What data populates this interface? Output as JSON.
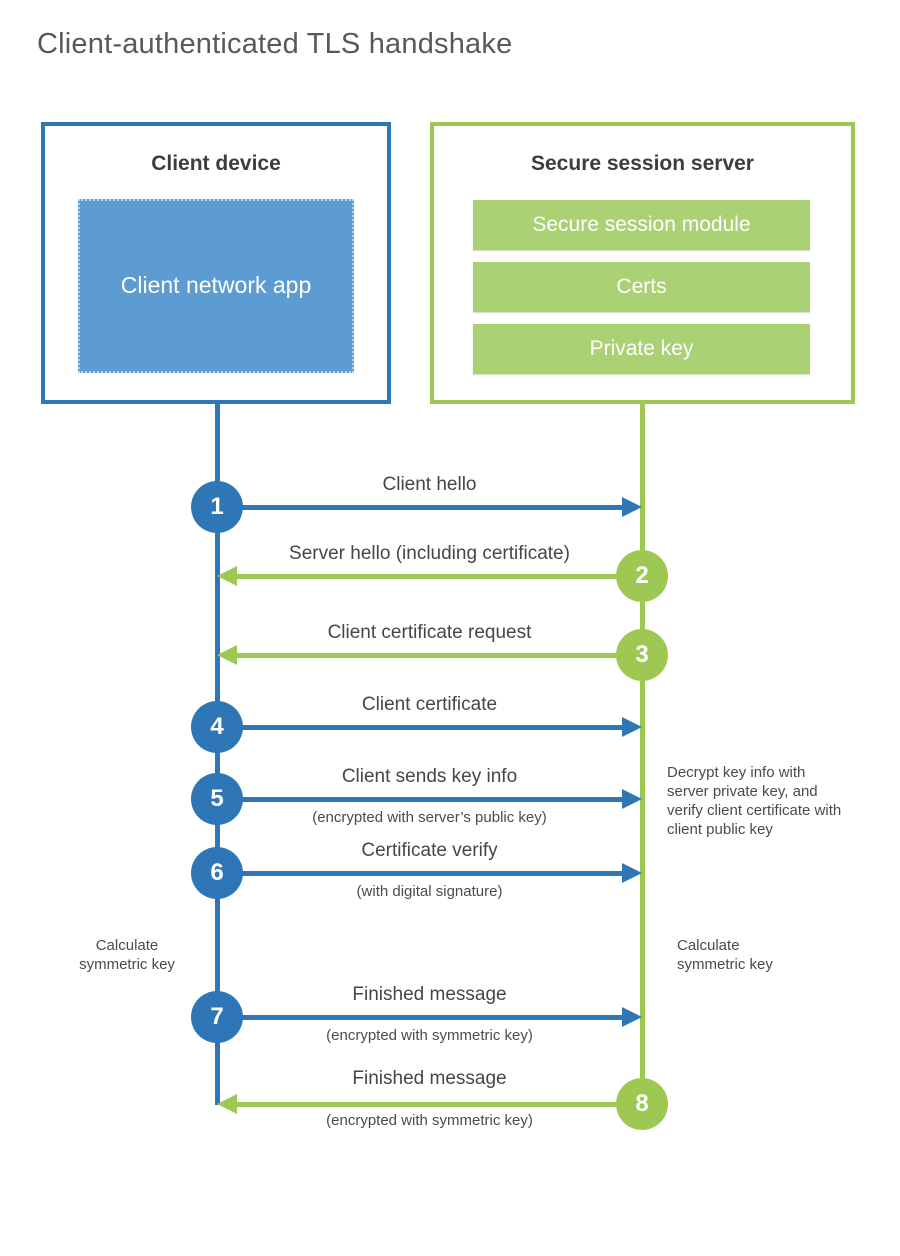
{
  "title": "Client-authenticated TLS handshake",
  "client": {
    "title": "Client device",
    "app": "Client network app"
  },
  "server": {
    "title": "Secure session server",
    "modules": [
      "Secure session module",
      "Certs",
      "Private key"
    ]
  },
  "steps": [
    {
      "num": "1",
      "label": "Client hello",
      "sub": "",
      "direction": "client-to-server"
    },
    {
      "num": "2",
      "label": "Server hello (including certificate)",
      "sub": "",
      "direction": "server-to-client"
    },
    {
      "num": "3",
      "label": "Client certificate request",
      "sub": "",
      "direction": "server-to-client"
    },
    {
      "num": "4",
      "label": "Client certificate",
      "sub": "",
      "direction": "client-to-server"
    },
    {
      "num": "5",
      "label": "Client sends key info",
      "sub": "(encrypted with server’s public key)",
      "direction": "client-to-server"
    },
    {
      "num": "6",
      "label": "Certificate verify",
      "sub": "(with digital signature)",
      "direction": "client-to-server"
    },
    {
      "num": "7",
      "label": "Finished message",
      "sub": "(encrypted with symmetric key)",
      "direction": "client-to-server"
    },
    {
      "num": "8",
      "label": "Finished message",
      "sub": "(encrypted with symmetric key)",
      "direction": "server-to-client"
    }
  ],
  "notes": {
    "decrypt": "Decrypt key info with server private key, and verify client certificate with client public key",
    "calc_left": "Calculate symmetric key",
    "calc_right": "Calculate symmetric key"
  },
  "colors": {
    "blue": "#2e76b6",
    "blue_fill": "#5d9bd3",
    "green": "#9fc852",
    "green_fill": "#aad173",
    "text": "#464646",
    "title_text": "#58595b"
  }
}
